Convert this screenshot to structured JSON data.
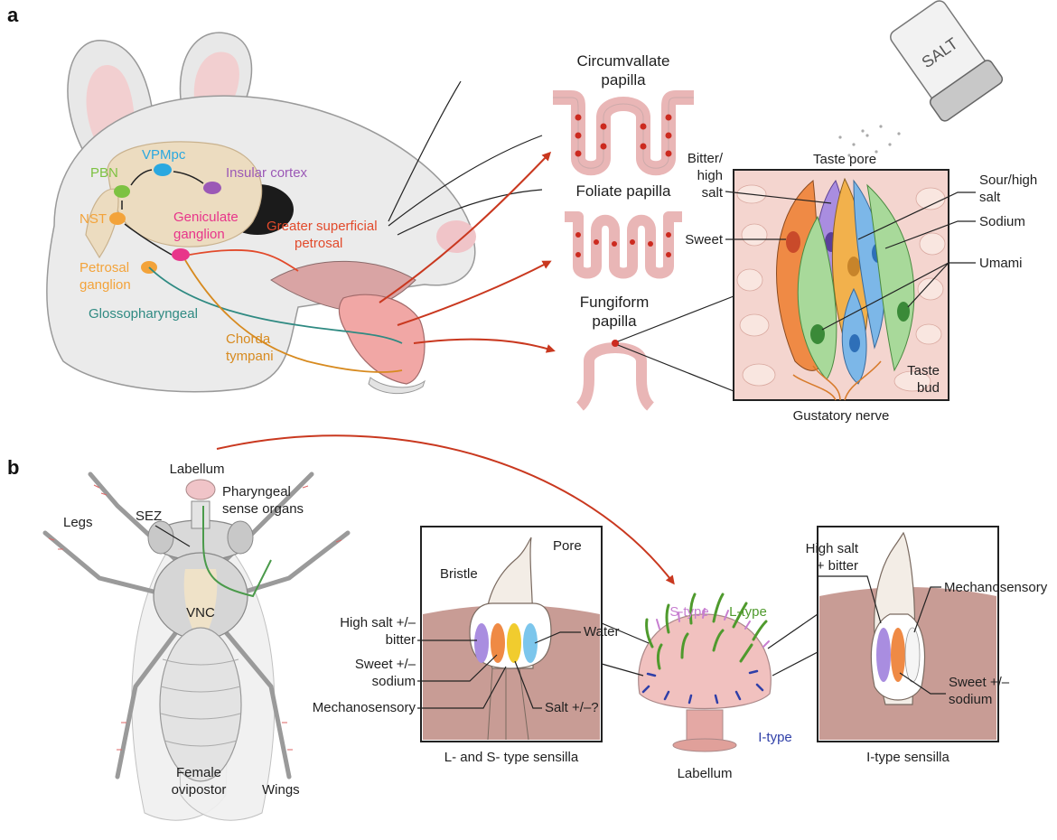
{
  "panel_a": {
    "letter": "a",
    "brain": {
      "vpmpc": "VPMpc",
      "pbn": "PBN",
      "insular": "Insular cortex",
      "nst": "NST",
      "geniculate_1": "Geniculate",
      "geniculate_2": "ganglion",
      "petrosal_1": "Petrosal",
      "petrosal_2": "ganglion"
    },
    "nerves": {
      "gsp_1": "Greater superficial",
      "gsp_2": "petrosal",
      "glosso": "Glossopharyngeal",
      "chorda_1": "Chorda",
      "chorda_2": "tympani"
    },
    "papillae": {
      "circ_1": "Circumvallate",
      "circ_2": "papilla",
      "foliate": "Foliate papilla",
      "fungi_1": "Fungiform",
      "fungi_2": "papilla"
    },
    "salt_label": "SALT",
    "taste_bud": {
      "pore": "Taste pore",
      "bitter_1": "Bitter/",
      "bitter_2": "high",
      "bitter_3": "salt",
      "sweet": "Sweet",
      "sour_1": "Sour/high",
      "sour_2": "salt",
      "sodium": "Sodium",
      "umami": "Umami",
      "bud_1": "Taste",
      "bud_2": "bud",
      "nerve": "Gustatory nerve"
    },
    "colors": {
      "vpmpc": "#2aa8e0",
      "pbn": "#7dc242",
      "insular": "#9b59b6",
      "nst": "#f3a33a",
      "geniculate": "#e8358a",
      "gsp": "#e24a2b",
      "glosso": "#2f8a82",
      "chorda": "#d78a1f",
      "arrow": "#c9381f"
    }
  },
  "panel_b": {
    "letter": "b",
    "fly": {
      "labellum": "Labellum",
      "pharyngeal_1": "Pharyngeal",
      "pharyngeal_2": "sense organs",
      "legs": "Legs",
      "sez": "SEZ",
      "vnc": "VNC",
      "ovi_1": "Female",
      "ovi_2": "ovipostor",
      "wings": "Wings"
    },
    "ls": {
      "pore": "Pore",
      "bristle": "Bristle",
      "hs_1": "High salt +/–",
      "hs_2": "bitter",
      "sw_1": "Sweet +/–",
      "sw_2": "sodium",
      "mech": "Mechanosensory",
      "water": "Water",
      "salt": "Salt +/–?",
      "caption": "L- and S- type sensilla"
    },
    "lab": {
      "s_type": "S-type",
      "l_type": "L-type",
      "i_type": "I-type",
      "caption": "Labellum"
    },
    "it": {
      "hs_1": "High salt",
      "hs_2": "+ bitter",
      "mech": "Mechanosensory",
      "sw_1": "Sweet +/–",
      "sw_2": "sodium",
      "caption": "I-type sensilla"
    },
    "colors": {
      "s_type": "#c77ed0",
      "l_type": "#4f9a2d",
      "i_type": "#2f3fa8"
    }
  }
}
